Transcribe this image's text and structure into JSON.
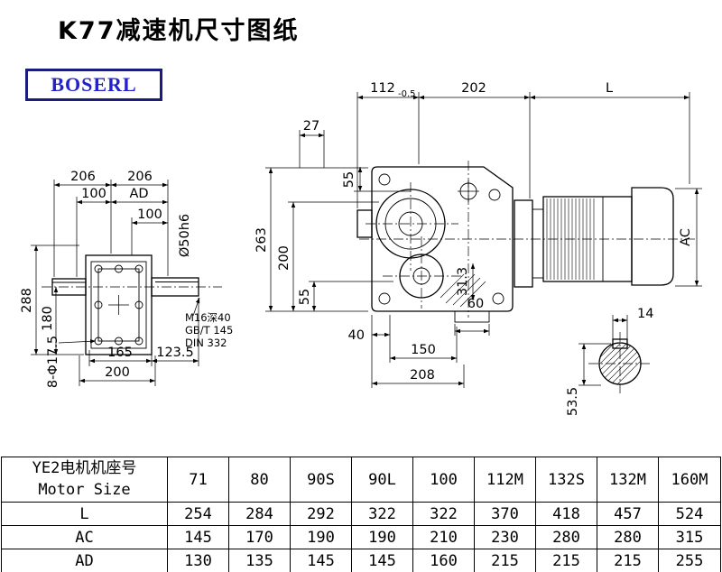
{
  "page": {
    "title": "K77减速机尺寸图纸",
    "logo": "BOSERL"
  },
  "front_view": {
    "dim_112": "112",
    "dim_112_tol": "-0.5",
    "dim_202": "202",
    "dim_L": "L",
    "dim_27": "27",
    "dim_55_top": "55",
    "dim_263": "263",
    "dim_200": "200",
    "dim_55_bottom": "55",
    "dim_31_3": "31.3",
    "dim_40": "40",
    "dim_60": "60",
    "dim_150": "150",
    "dim_208": "208",
    "dim_AC": "AC"
  },
  "side_view": {
    "dim_206_left": "206",
    "dim_206_right": "206",
    "dim_100_top": "100",
    "dim_AD": "AD",
    "dim_100_shaft": "100",
    "dim_shaft_dia": "Ø50h6",
    "dim_288": "288",
    "dim_180": "180",
    "dim_165": "165",
    "dim_123_5": "123.5",
    "dim_200_base": "200",
    "dim_holes": "8-Φ17.5",
    "note_thread": "M16深40",
    "note_gbt": "GB/T 145",
    "note_din": "DIN 332"
  },
  "shaft_end_view": {
    "dim_14": "14",
    "dim_53_5": "53.5"
  },
  "table": {
    "header": {
      "label_line1": "YE2电机机座号",
      "label_line2": "Motor Size",
      "sizes": [
        "71",
        "80",
        "90S",
        "90L",
        "100",
        "112M",
        "132S",
        "132M",
        "160M"
      ]
    },
    "rows": [
      {
        "label": "L",
        "values": [
          "254",
          "284",
          "292",
          "322",
          "322",
          "370",
          "418",
          "457",
          "524"
        ]
      },
      {
        "label": "AC",
        "values": [
          "145",
          "170",
          "190",
          "190",
          "210",
          "230",
          "280",
          "280",
          "315"
        ]
      },
      {
        "label": "AD",
        "values": [
          "130",
          "135",
          "145",
          "145",
          "160",
          "215",
          "215",
          "215",
          "255"
        ]
      }
    ]
  }
}
